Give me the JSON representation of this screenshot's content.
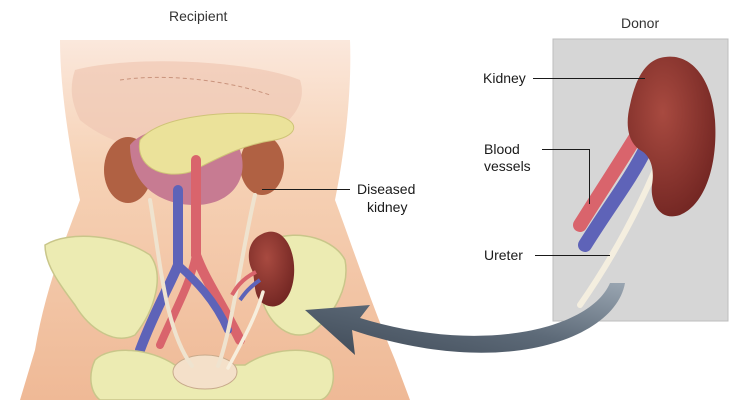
{
  "headings": {
    "recipient": "Recipient",
    "donor": "Donor"
  },
  "labels": {
    "diseased_kidney": [
      "Diseased",
      "kidney"
    ],
    "kidney": "Kidney",
    "blood_vessels": [
      "Blood",
      "vessels"
    ],
    "ureter": "Ureter"
  },
  "colors": {
    "skin": "#f3c9a6",
    "bone": "#ecebb2",
    "kidney": "#8a2f2a",
    "vein": "#5e63b8",
    "artery": "#d9646c",
    "ureter": "#efe3cf",
    "donor_panel": "#d6d6d6",
    "arrow": "#4c5967"
  }
}
